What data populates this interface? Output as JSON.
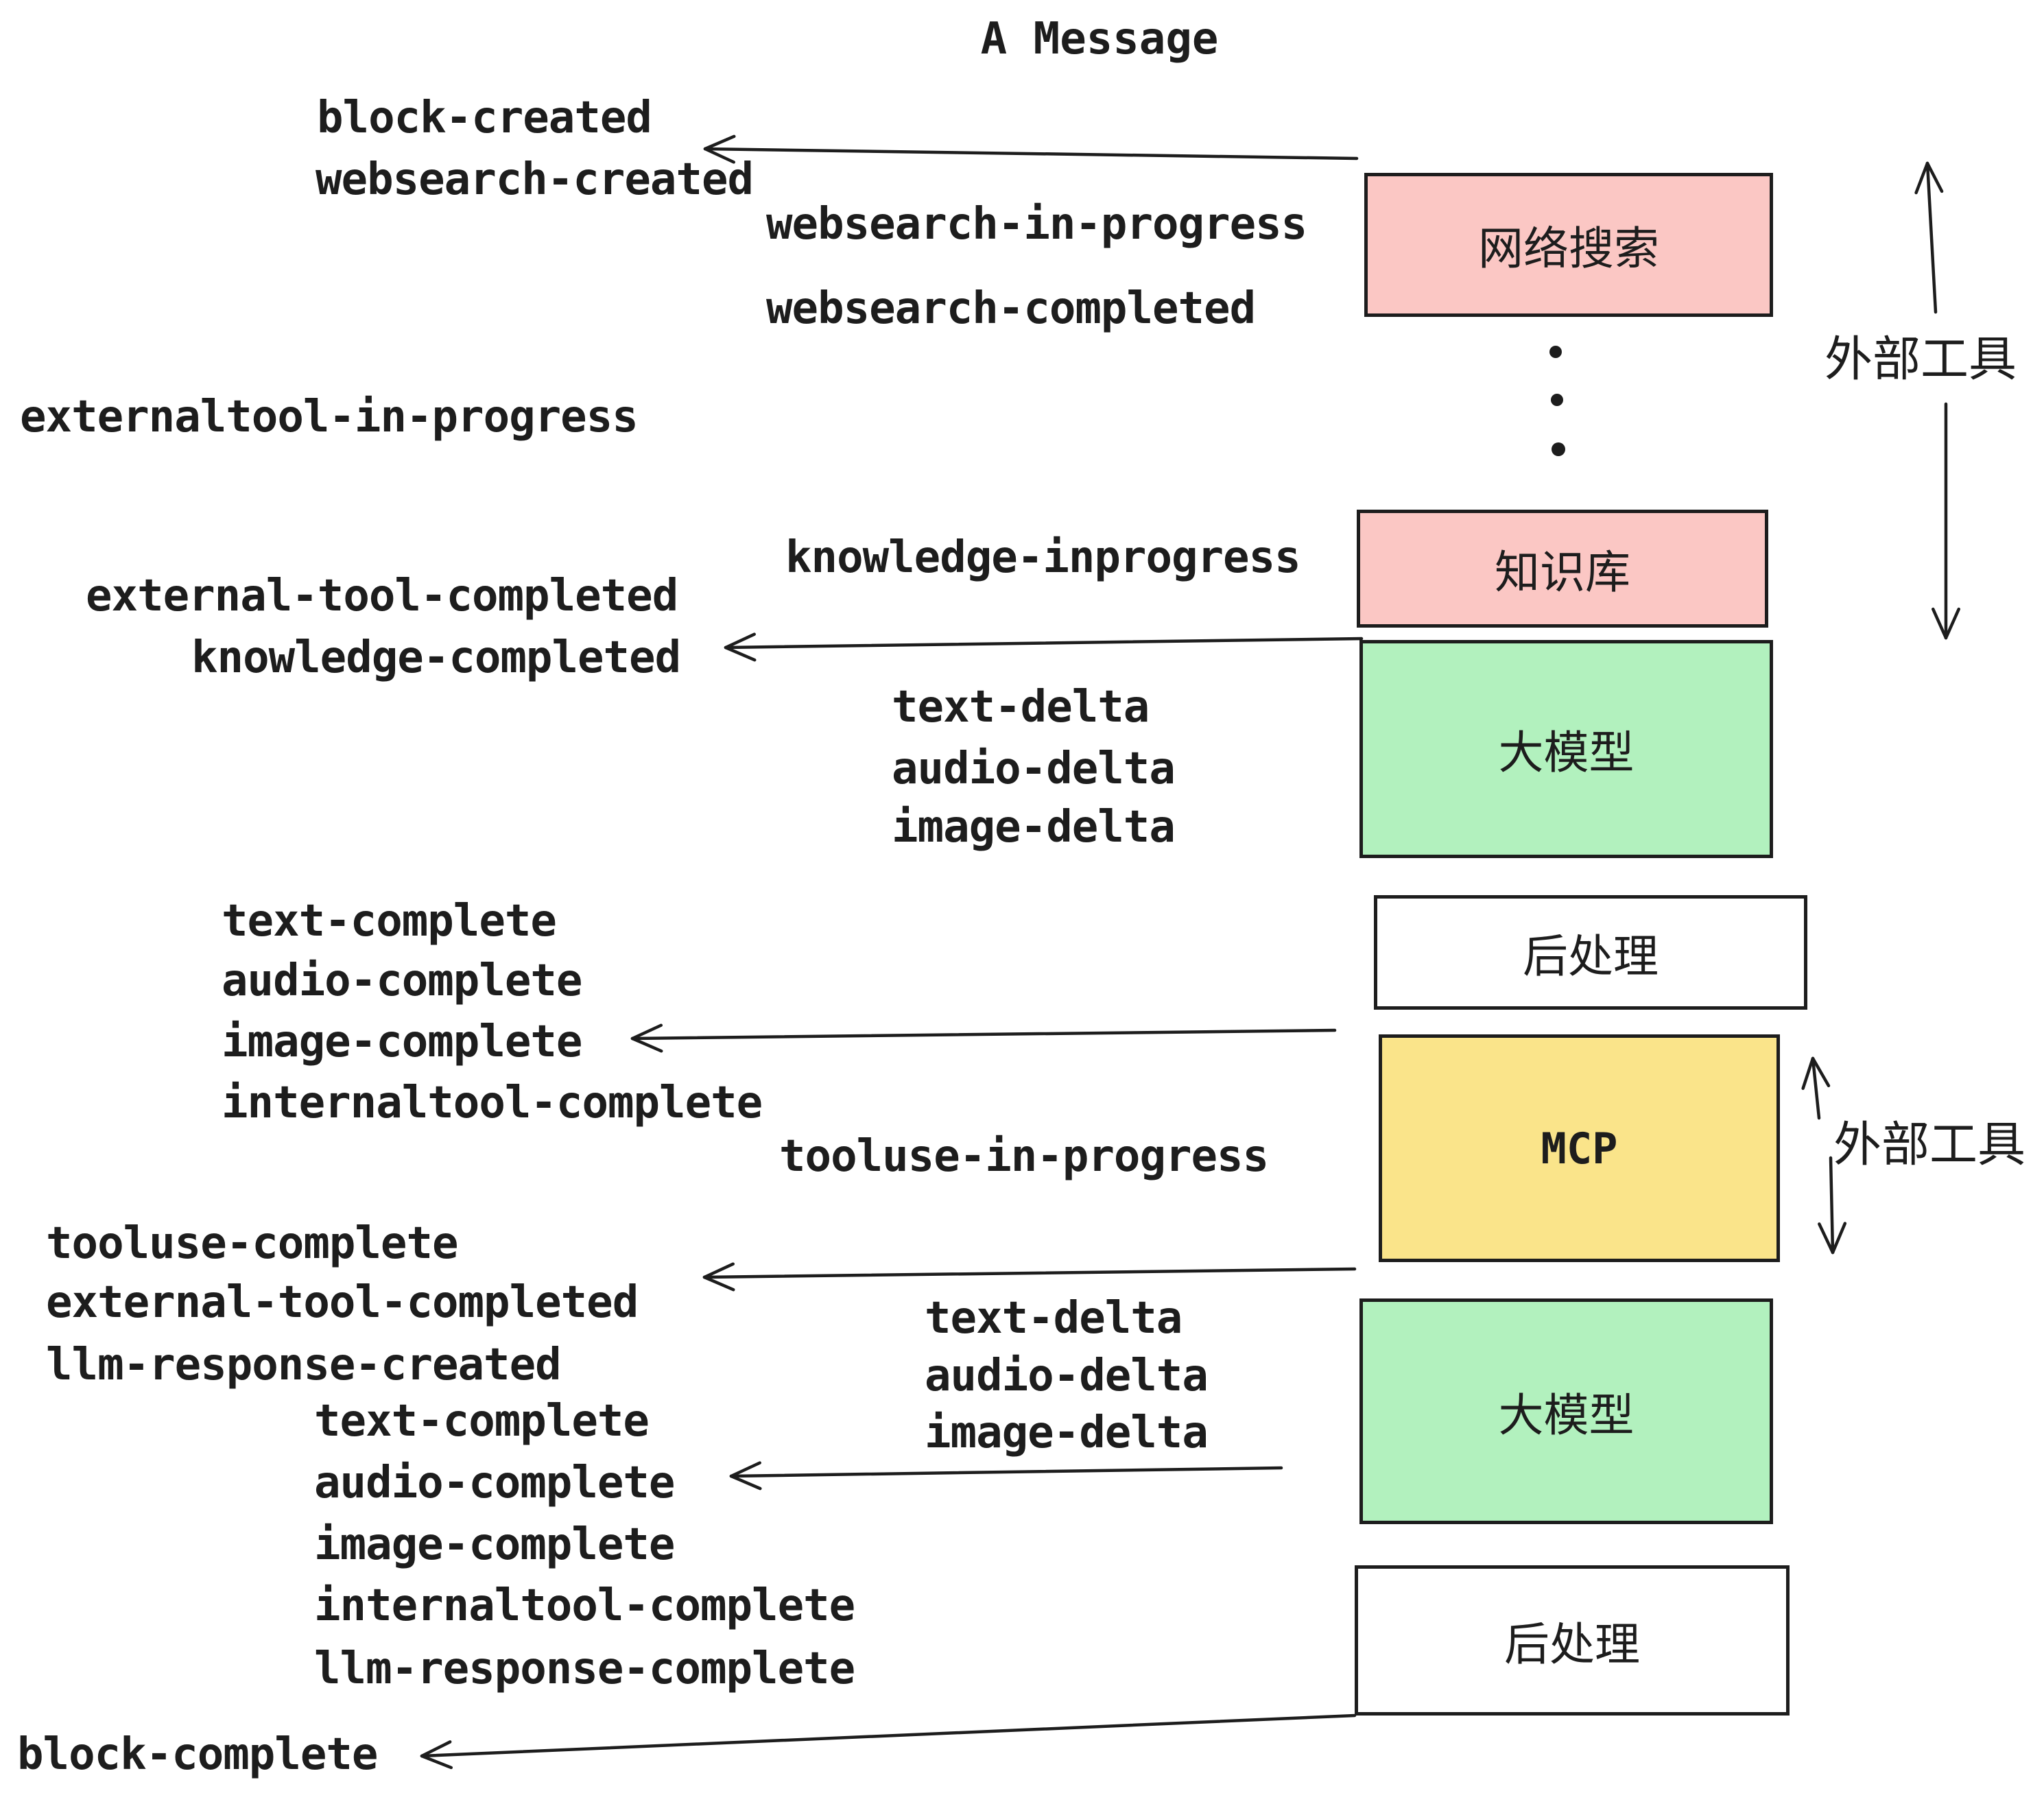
{
  "title": "A Message",
  "colors": {
    "pink": "#FBC7C4",
    "green": "#B2F1BE",
    "yellow": "#FAE48A",
    "white": "#FFFFFF",
    "ink": "#1D1D1D"
  },
  "boxes": [
    {
      "id": "websearch",
      "label": "网络搜索"
    },
    {
      "id": "knowledge",
      "label": "知识库"
    },
    {
      "id": "llm-1",
      "label": "大模型"
    },
    {
      "id": "postprocess-1",
      "label": "后处理"
    },
    {
      "id": "mcp",
      "label": "MCP"
    },
    {
      "id": "llm-2",
      "label": "大模型"
    },
    {
      "id": "postprocess-2",
      "label": "后处理"
    }
  ],
  "side_labels": {
    "external_tools_top": "外部工具",
    "external_tools_mcp": "外部工具"
  },
  "events": {
    "block_created": "block-created",
    "websearch_created": "websearch-created",
    "websearch_in_progress": "websearch-in-progress",
    "websearch_completed": "websearch-completed",
    "externaltool_in_progress": "externaltool-in-progress",
    "knowledge_inprogress": "knowledge-inprogress",
    "external_tool_completed_1": "external-tool-completed",
    "knowledge_completed": "knowledge-completed",
    "text_delta_1": "text-delta",
    "audio_delta_1": "audio-delta",
    "image_delta_1": "image-delta",
    "text_complete_1": "text-complete",
    "audio_complete_1": "audio-complete",
    "image_complete_1": "image-complete",
    "internaltool_complete_1": "internaltool-complete",
    "tooluse_in_progress": "tooluse-in-progress",
    "tooluse_complete": "tooluse-complete",
    "external_tool_completed_2": "external-tool-completed",
    "llm_response_created": "llm-response-created",
    "text_delta_2": "text-delta",
    "audio_delta_2": "audio-delta",
    "image_delta_2": "image-delta",
    "text_complete_2": "text-complete",
    "audio_complete_2": "audio-complete",
    "image_complete_2": "image-complete",
    "internaltool_complete_2": "internaltool-complete",
    "llm_response_complete": "llm-response-complete",
    "block_complete": "block-complete"
  }
}
